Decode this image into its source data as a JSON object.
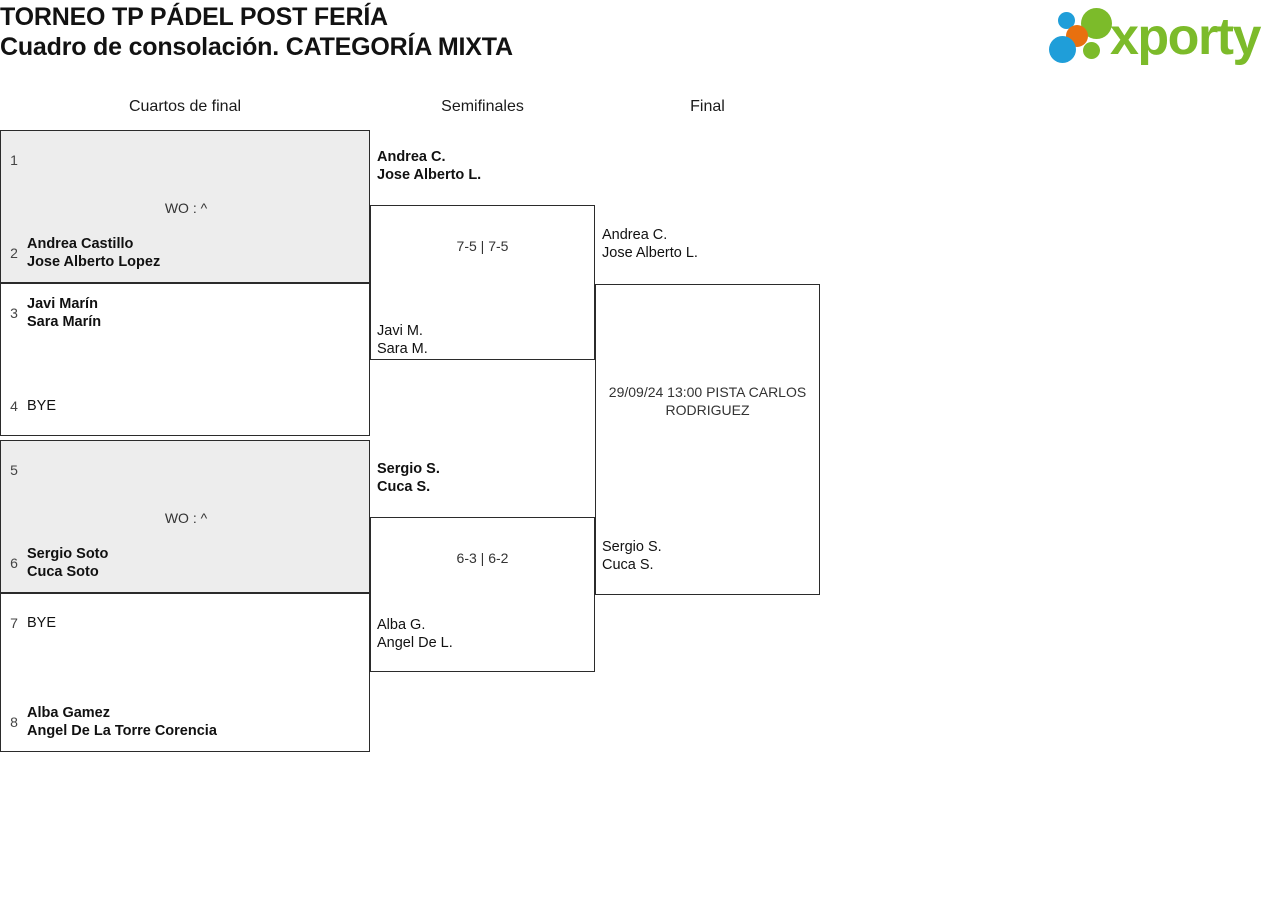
{
  "header": {
    "title_line1": "TORNEO TP PÁDEL POST FERÍA",
    "title_line2": "Cuadro de consolación. CATEGORÍA MIXTA",
    "logo_word": "xporty"
  },
  "rounds": [
    {
      "label": "Cuartos de final"
    },
    {
      "label": "Semifinales"
    },
    {
      "label": "Final"
    }
  ],
  "quarterfinals": [
    {
      "shaded": true,
      "score": "WO : ^",
      "top": {
        "seed": "1",
        "p1": "",
        "p2": "",
        "winner": false
      },
      "bottom": {
        "seed": "2",
        "p1": "Andrea Castillo",
        "p2": "Jose Alberto Lopez",
        "winner": true
      }
    },
    {
      "shaded": false,
      "score": "",
      "top": {
        "seed": "3",
        "p1": "Javi Marín",
        "p2": "Sara Marín",
        "winner": true
      },
      "bottom": {
        "seed": "4",
        "p1": "BYE",
        "p2": "",
        "winner": false
      }
    },
    {
      "shaded": true,
      "score": "WO : ^",
      "top": {
        "seed": "5",
        "p1": "",
        "p2": "",
        "winner": false
      },
      "bottom": {
        "seed": "6",
        "p1": "Sergio Soto",
        "p2": "Cuca Soto",
        "winner": true
      }
    },
    {
      "shaded": false,
      "score": "",
      "top": {
        "seed": "7",
        "p1": "BYE",
        "p2": "",
        "winner": false
      },
      "bottom": {
        "seed": "8",
        "p1": "Alba Gamez",
        "p2": "Angel De La Torre Corencia",
        "winner": true
      }
    }
  ],
  "semifinals": [
    {
      "score": "7-5 | 7-5",
      "top": {
        "p1": "Andrea C.",
        "p2": "Jose Alberto L.",
        "winner": true
      },
      "bottom": {
        "p1": "Javi M.",
        "p2": "Sara M.",
        "winner": false
      }
    },
    {
      "score": "6-3 | 6-2",
      "top": {
        "p1": "Sergio S.",
        "p2": "Cuca S.",
        "winner": true
      },
      "bottom": {
        "p1": "Alba G.",
        "p2": "Angel De L.",
        "winner": false
      }
    }
  ],
  "final": {
    "info_line1": "29/09/24 13:00 PISTA CARLOS",
    "info_line2": "RODRIGUEZ",
    "top": {
      "p1": "Andrea C.",
      "p2": "Jose Alberto L.",
      "winner": false
    },
    "bottom": {
      "p1": "Sergio S.",
      "p2": "Cuca S.",
      "winner": false
    }
  }
}
